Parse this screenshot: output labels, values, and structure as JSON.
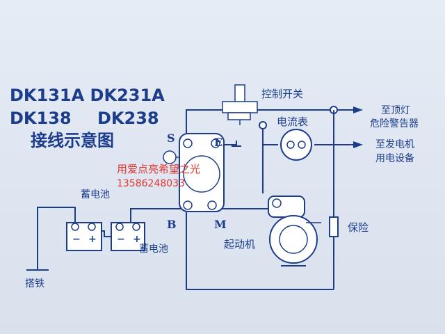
{
  "title": {
    "line1": "DK131A DK231A",
    "line2a": "DK138",
    "line2b": "DK238",
    "line3": "接线示意图"
  },
  "labels": {
    "control_switch": "控制开关",
    "ammeter": "电流表",
    "to_top_light_1": "至顶灯",
    "to_top_light_2": "危险警告器",
    "to_alt_1": "至发电机",
    "to_alt_2": "用电设备",
    "battery_top": "蓄电池",
    "battery_bottom": "蓄电池",
    "ground": "搭铁",
    "starter": "起动机",
    "fuse": "保险",
    "term_s": "S",
    "term_e": "E",
    "term_b": "B",
    "term_m": "M",
    "bat_minus": "−",
    "bat_plus": "+"
  },
  "watermark": {
    "line1": "用爱点亮希望之光",
    "line2": "13586248033"
  },
  "colors": {
    "ink": "#1c3c8c",
    "watermark": "#e0362f",
    "paper": "#dfe6f0"
  }
}
